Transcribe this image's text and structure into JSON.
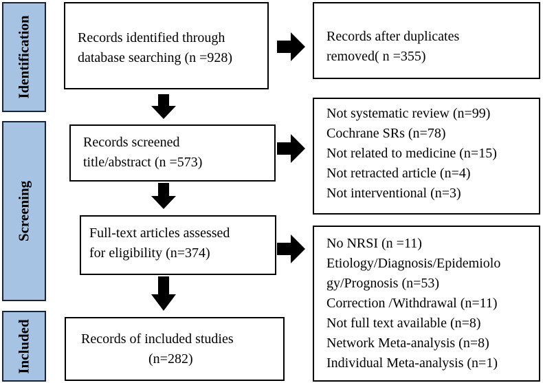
{
  "stages": {
    "identification": "Identification",
    "screening": "Screening",
    "included": "Included"
  },
  "boxes": {
    "identified": {
      "line1": "Records identified through",
      "line2": "database searching (n =928)"
    },
    "duplicates": {
      "line1": "Records after duplicates",
      "line2": "removed( n =355)"
    },
    "screened": {
      "line1": "Records screened",
      "line2": "title/abstract (n =573)"
    },
    "screen_excluded": {
      "items": [
        "Not systematic review (n=99)",
        "Cochrane SRs (n=78)",
        "Not related to medicine (n=15)",
        "Not retracted article (n=4)",
        "Not interventional (n=3)"
      ]
    },
    "fulltext": {
      "line1": "Full-text articles assessed",
      "line2": "for eligibility (n=374)"
    },
    "fulltext_excluded": {
      "items": [
        "No NRSI (n =11)",
        "Etiology/Diagnosis/Epidemiolo",
        "gy/Prognosis (n=53)",
        "Correction /Withdrawal (n=11)",
        "Not full text available (n=8)",
        "Network Meta-analysis (n=8)",
        "Individual Meta-analysis (n=1)"
      ]
    },
    "included": {
      "line1": "Records of included studies",
      "line2": "(n=282)"
    }
  },
  "colors": {
    "stage_fill": "#a7c3e3",
    "stage_border": "#1a2233",
    "arrow": "#000000"
  }
}
